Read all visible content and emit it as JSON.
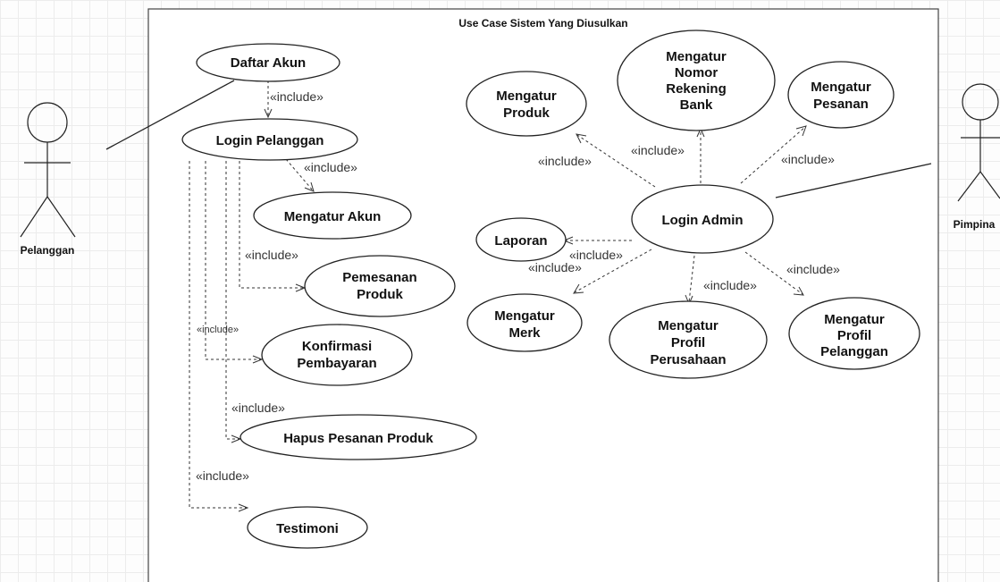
{
  "system": {
    "title": "Use Case Sistem Yang Diusulkan"
  },
  "actors": [
    {
      "id": "pelanggan",
      "label": "Pelanggan"
    },
    {
      "id": "pimpinan",
      "label": "Pimpina"
    }
  ],
  "use_cases": [
    {
      "id": "daftar-akun",
      "lines": [
        "Daftar Akun"
      ]
    },
    {
      "id": "login-pelanggan",
      "lines": [
        "Login Pelanggan"
      ]
    },
    {
      "id": "mengatur-akun",
      "lines": [
        "Mengatur Akun"
      ]
    },
    {
      "id": "pemesanan-produk",
      "lines": [
        "Pemesanan",
        "Produk"
      ]
    },
    {
      "id": "konfirmasi-pembayaran",
      "lines": [
        "Konfirmasi",
        "Pembayaran"
      ]
    },
    {
      "id": "hapus-pesanan-produk",
      "lines": [
        "Hapus Pesanan Produk"
      ]
    },
    {
      "id": "testimoni",
      "lines": [
        "Testimoni"
      ]
    },
    {
      "id": "mengatur-produk",
      "lines": [
        "Mengatur",
        "Produk"
      ]
    },
    {
      "id": "mengatur-nomor-rekening-bank",
      "lines": [
        "Mengatur",
        "Nomor",
        "Rekening",
        "Bank"
      ]
    },
    {
      "id": "mengatur-pesanan",
      "lines": [
        "Mengatur",
        "Pesanan"
      ]
    },
    {
      "id": "laporan",
      "lines": [
        "Laporan"
      ]
    },
    {
      "id": "login-admin",
      "lines": [
        "Login Admin"
      ]
    },
    {
      "id": "mengatur-merk",
      "lines": [
        "Mengatur",
        "Merk"
      ]
    },
    {
      "id": "mengatur-profil-perusahaan",
      "lines": [
        "Mengatur",
        "Profil",
        "Perusahaan"
      ]
    },
    {
      "id": "mengatur-profil-pelanggan",
      "lines": [
        "Mengatur",
        "Profil",
        "Pelanggan"
      ]
    }
  ],
  "relationship_label": "«include»",
  "includes": [
    {
      "from": "daftar-akun",
      "to": "login-pelanggan"
    },
    {
      "from": "login-pelanggan",
      "to": "mengatur-akun"
    },
    {
      "from": "login-pelanggan",
      "to": "pemesanan-produk"
    },
    {
      "from": "login-pelanggan",
      "to": "konfirmasi-pembayaran"
    },
    {
      "from": "login-pelanggan",
      "to": "hapus-pesanan-produk"
    },
    {
      "from": "login-pelanggan",
      "to": "testimoni"
    },
    {
      "from": "login-admin",
      "to": "mengatur-produk"
    },
    {
      "from": "login-admin",
      "to": "mengatur-nomor-rekening-bank"
    },
    {
      "from": "login-admin",
      "to": "mengatur-pesanan"
    },
    {
      "from": "login-admin",
      "to": "laporan"
    },
    {
      "from": "login-admin",
      "to": "mengatur-merk"
    },
    {
      "from": "login-admin",
      "to": "mengatur-profil-perusahaan"
    },
    {
      "from": "login-admin",
      "to": "mengatur-profil-pelanggan"
    }
  ],
  "associations": [
    {
      "actor": "pelanggan",
      "use_case": "daftar-akun"
    },
    {
      "actor": "pimpinan",
      "use_case": "login-admin"
    }
  ]
}
